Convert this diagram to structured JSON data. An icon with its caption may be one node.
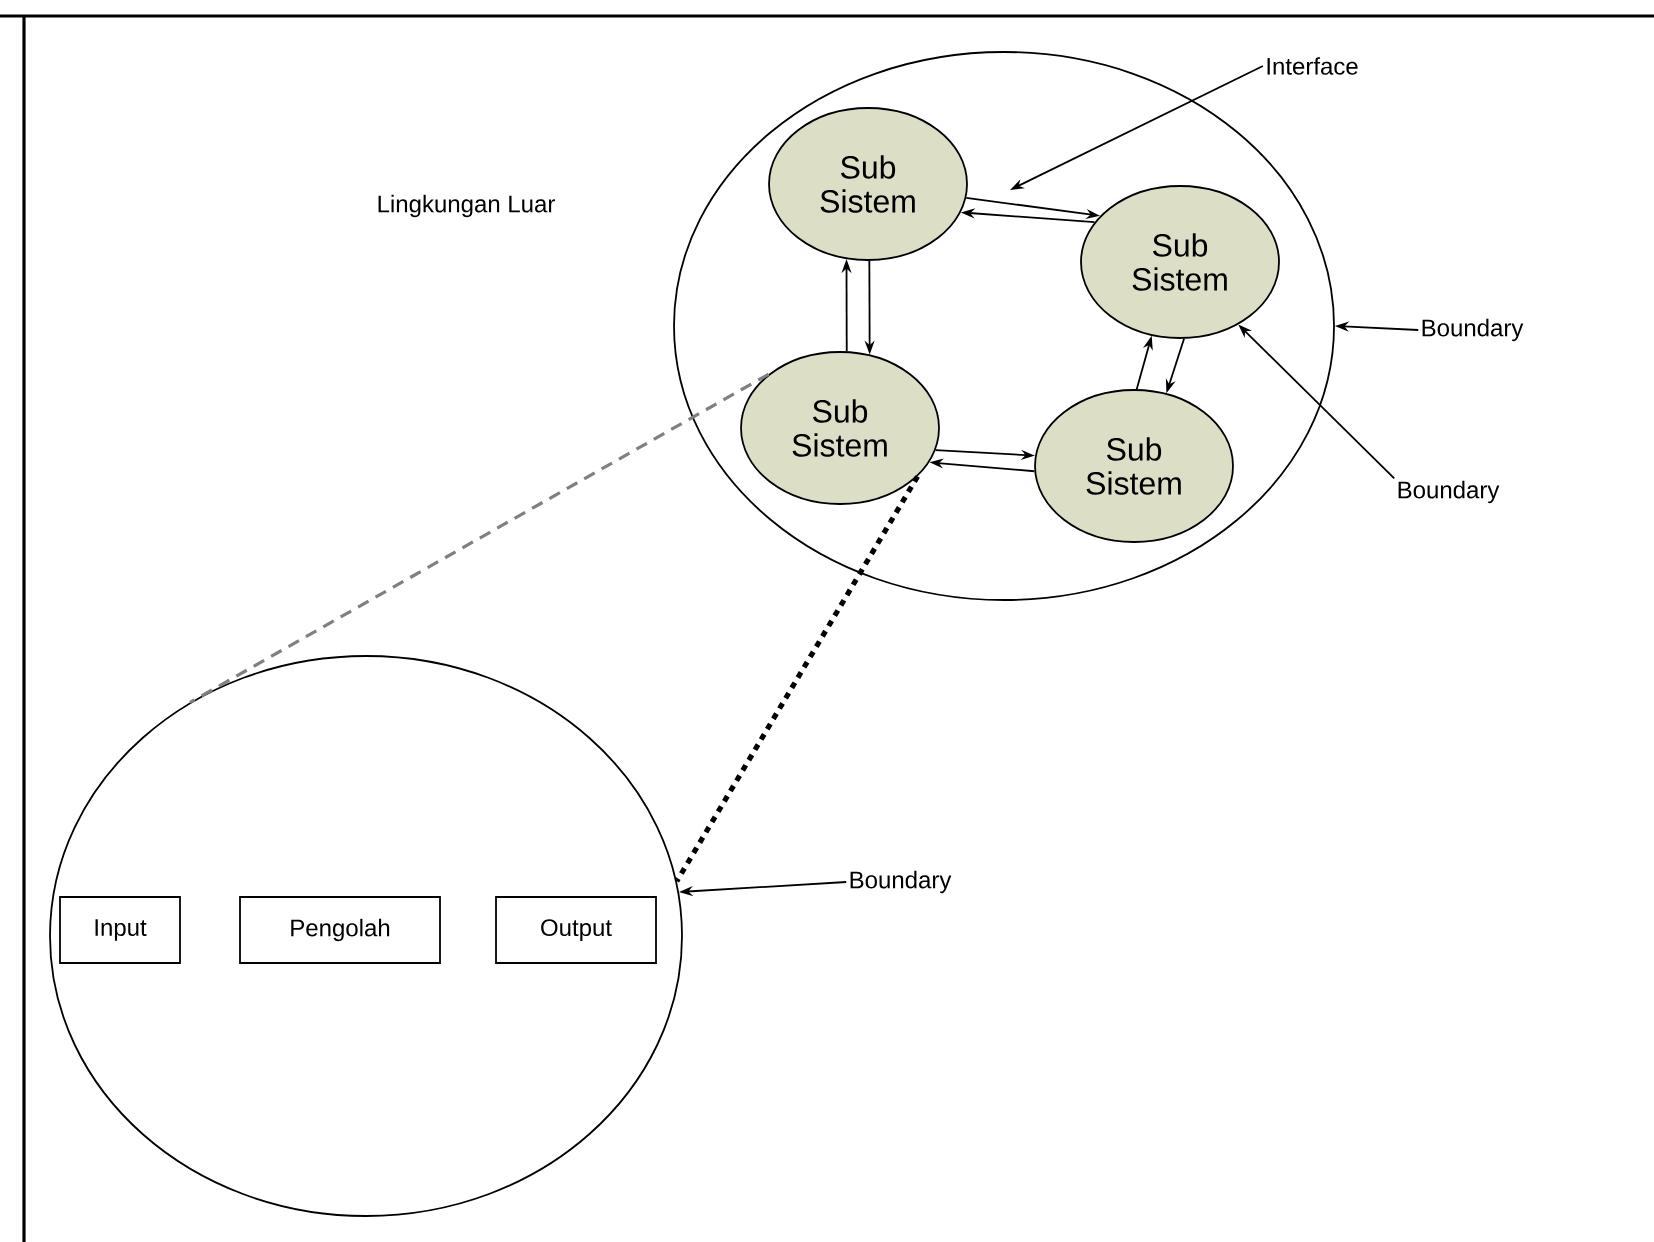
{
  "diagram": {
    "nodes": [
      {
        "text": [],
        "shape": "circle"
      },
      {
        "text": [
          "Sub Sistem"
        ],
        "in": 0
      },
      {
        "text": [
          "Sub Sistem"
        ],
        "in": 0
      },
      {
        "text": [
          "Sub Sistem"
        ],
        "in": 0
      },
      {
        "text": [
          "Sub Sistem"
        ],
        "in": 0
      },
      {
        "text": [],
        "shape": "circle"
      },
      {
        "text": [
          "Input"
        ],
        "in": 5
      },
      {
        "text": [
          "Pengolah"
        ],
        "in": 5
      },
      {
        "text": [
          "Output"
        ],
        "in": 5
      },
      {
        "text": [
          "Interface"
        ]
      },
      {
        "text": [
          "Boundary"
        ]
      },
      {
        "text": [
          "Boundary"
        ]
      },
      {
        "text": [
          "Boundary"
        ]
      }
    ],
    "edges": [
      {
        "from": 1,
        "to": 2,
        "arrow": "to"
      },
      {
        "from": 2,
        "to": 1,
        "arrow": "to"
      },
      {
        "from": 3,
        "to": 1,
        "arrow": "to"
      },
      {
        "from": 1,
        "to": 3,
        "arrow": "to"
      },
      {
        "from": 4,
        "to": 2,
        "arrow": "to"
      },
      {
        "from": 2,
        "to": 4,
        "arrow": "to"
      },
      {
        "from": 3,
        "to": 4,
        "arrow": "to"
      },
      {
        "from": 4,
        "to": 3,
        "arrow": "to"
      },
      {
        "from": 3,
        "to": 5,
        "arrow": "none",
        "style": "dashed",
        "color": "#808080"
      },
      {
        "from": 3,
        "to": 5,
        "arrow": "none",
        "style": "dashed"
      },
      {
        "from": 9,
        "to": null,
        "arrow": "to"
      },
      {
        "from": 10,
        "to": 0,
        "arrow": "to"
      },
      {
        "from": 11,
        "to": 2,
        "arrow": "to"
      },
      {
        "from": 12,
        "to": 5,
        "arrow": "to"
      }
    ],
    "labels": [
      "Lingkungan Luar"
    ]
  }
}
